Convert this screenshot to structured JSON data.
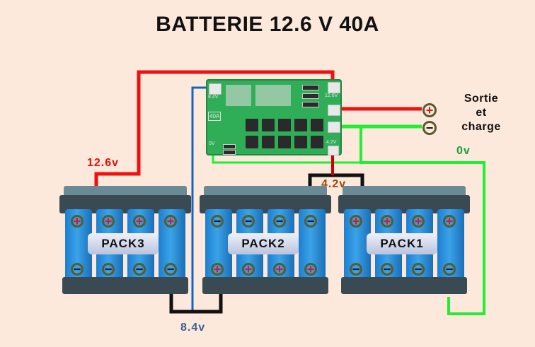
{
  "title": "BATTERIE 12.6 V 40A",
  "colors": {
    "background": "#fce9dc",
    "positive_wire": "#ee1111",
    "ground_wire": "#22ee33",
    "mid_8_4_wire": "#1565c0",
    "mid_4_2_wire": "#cc0000",
    "link_wire": "#111111",
    "label_12_6": "#e01010",
    "label_8_4": "#3a5e96",
    "label_4_2": "#9a4a0a",
    "label_0": "#11a12e"
  },
  "voltage_labels": {
    "v12_6": "12.6v",
    "v8_4": "8.4v",
    "v4_2": "4.2v",
    "v0": "0v"
  },
  "output": {
    "title_line1": "Sortie",
    "title_line2": "et",
    "title_line3": "charge",
    "plus_symbol": "+",
    "minus_symbol": "−"
  },
  "bms_board": {
    "pad_8_4": "8.4V",
    "pad_12_6": "12.6V",
    "pad_4_2": "4.2V",
    "pad_0": "0V",
    "rating": "40A"
  },
  "packs": [
    {
      "name": "PACK3",
      "top_terminals": [
        "+",
        "+",
        "+",
        "+"
      ],
      "bottom_terminals": [
        "−",
        "−",
        "−",
        "−"
      ]
    },
    {
      "name": "PACK2",
      "top_terminals": [
        "−",
        "−",
        "−",
        "−"
      ],
      "bottom_terminals": [
        "+",
        "+",
        "+",
        "+"
      ]
    },
    {
      "name": "PACK1",
      "top_terminals": [
        "+",
        "+",
        "+",
        "+"
      ],
      "bottom_terminals": [
        "−",
        "−",
        "−",
        "−"
      ]
    }
  ]
}
